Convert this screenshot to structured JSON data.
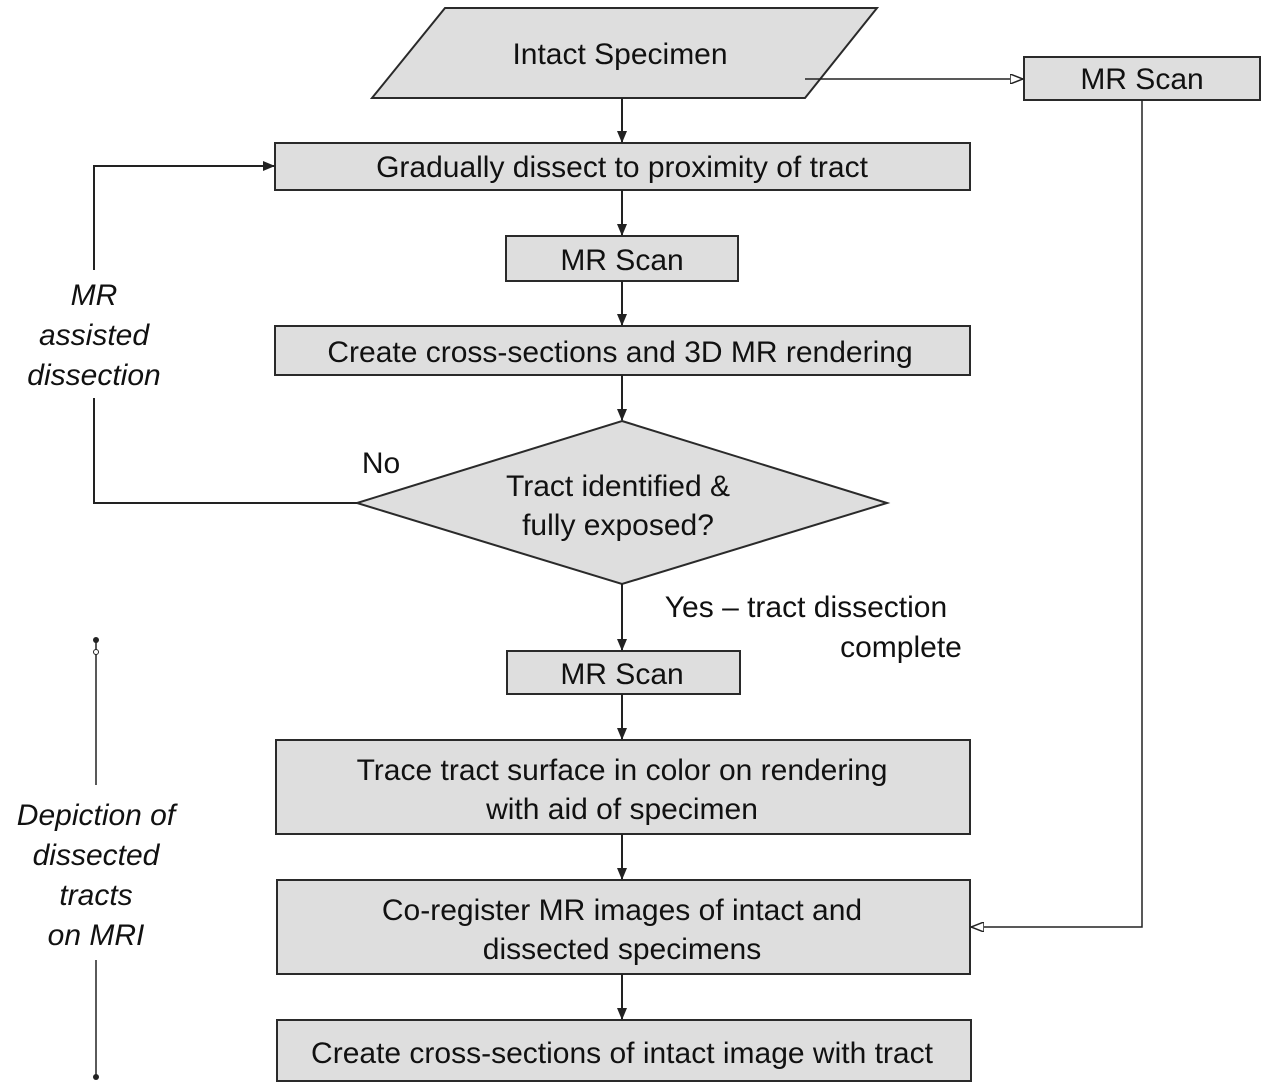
{
  "nodes": {
    "intact_specimen": "Intact Specimen",
    "mr_scan_right": "MR Scan",
    "gradually_dissect": "Gradually dissect to proximity of tract",
    "mr_scan_1": "MR Scan",
    "create_cross_sections_3d": "Create cross-sections and 3D MR rendering",
    "decision": [
      "Tract identified &",
      "fully exposed?"
    ],
    "mr_scan_2": "MR Scan",
    "trace_tract": [
      "Trace tract surface in color on rendering",
      "with aid of specimen"
    ],
    "coregister": [
      "Co-register MR images of intact and",
      "dissected specimens"
    ],
    "create_cross_sections_intact": "Create cross-sections of intact image with tract"
  },
  "edges": {
    "no_label": "No",
    "yes_label": [
      "Yes – tract dissection",
      "complete"
    ]
  },
  "side_labels": {
    "mr_assisted": [
      "MR",
      "assisted",
      "dissection"
    ],
    "depiction": [
      "Depiction of",
      "dissected",
      "tracts",
      "on MRI"
    ]
  }
}
